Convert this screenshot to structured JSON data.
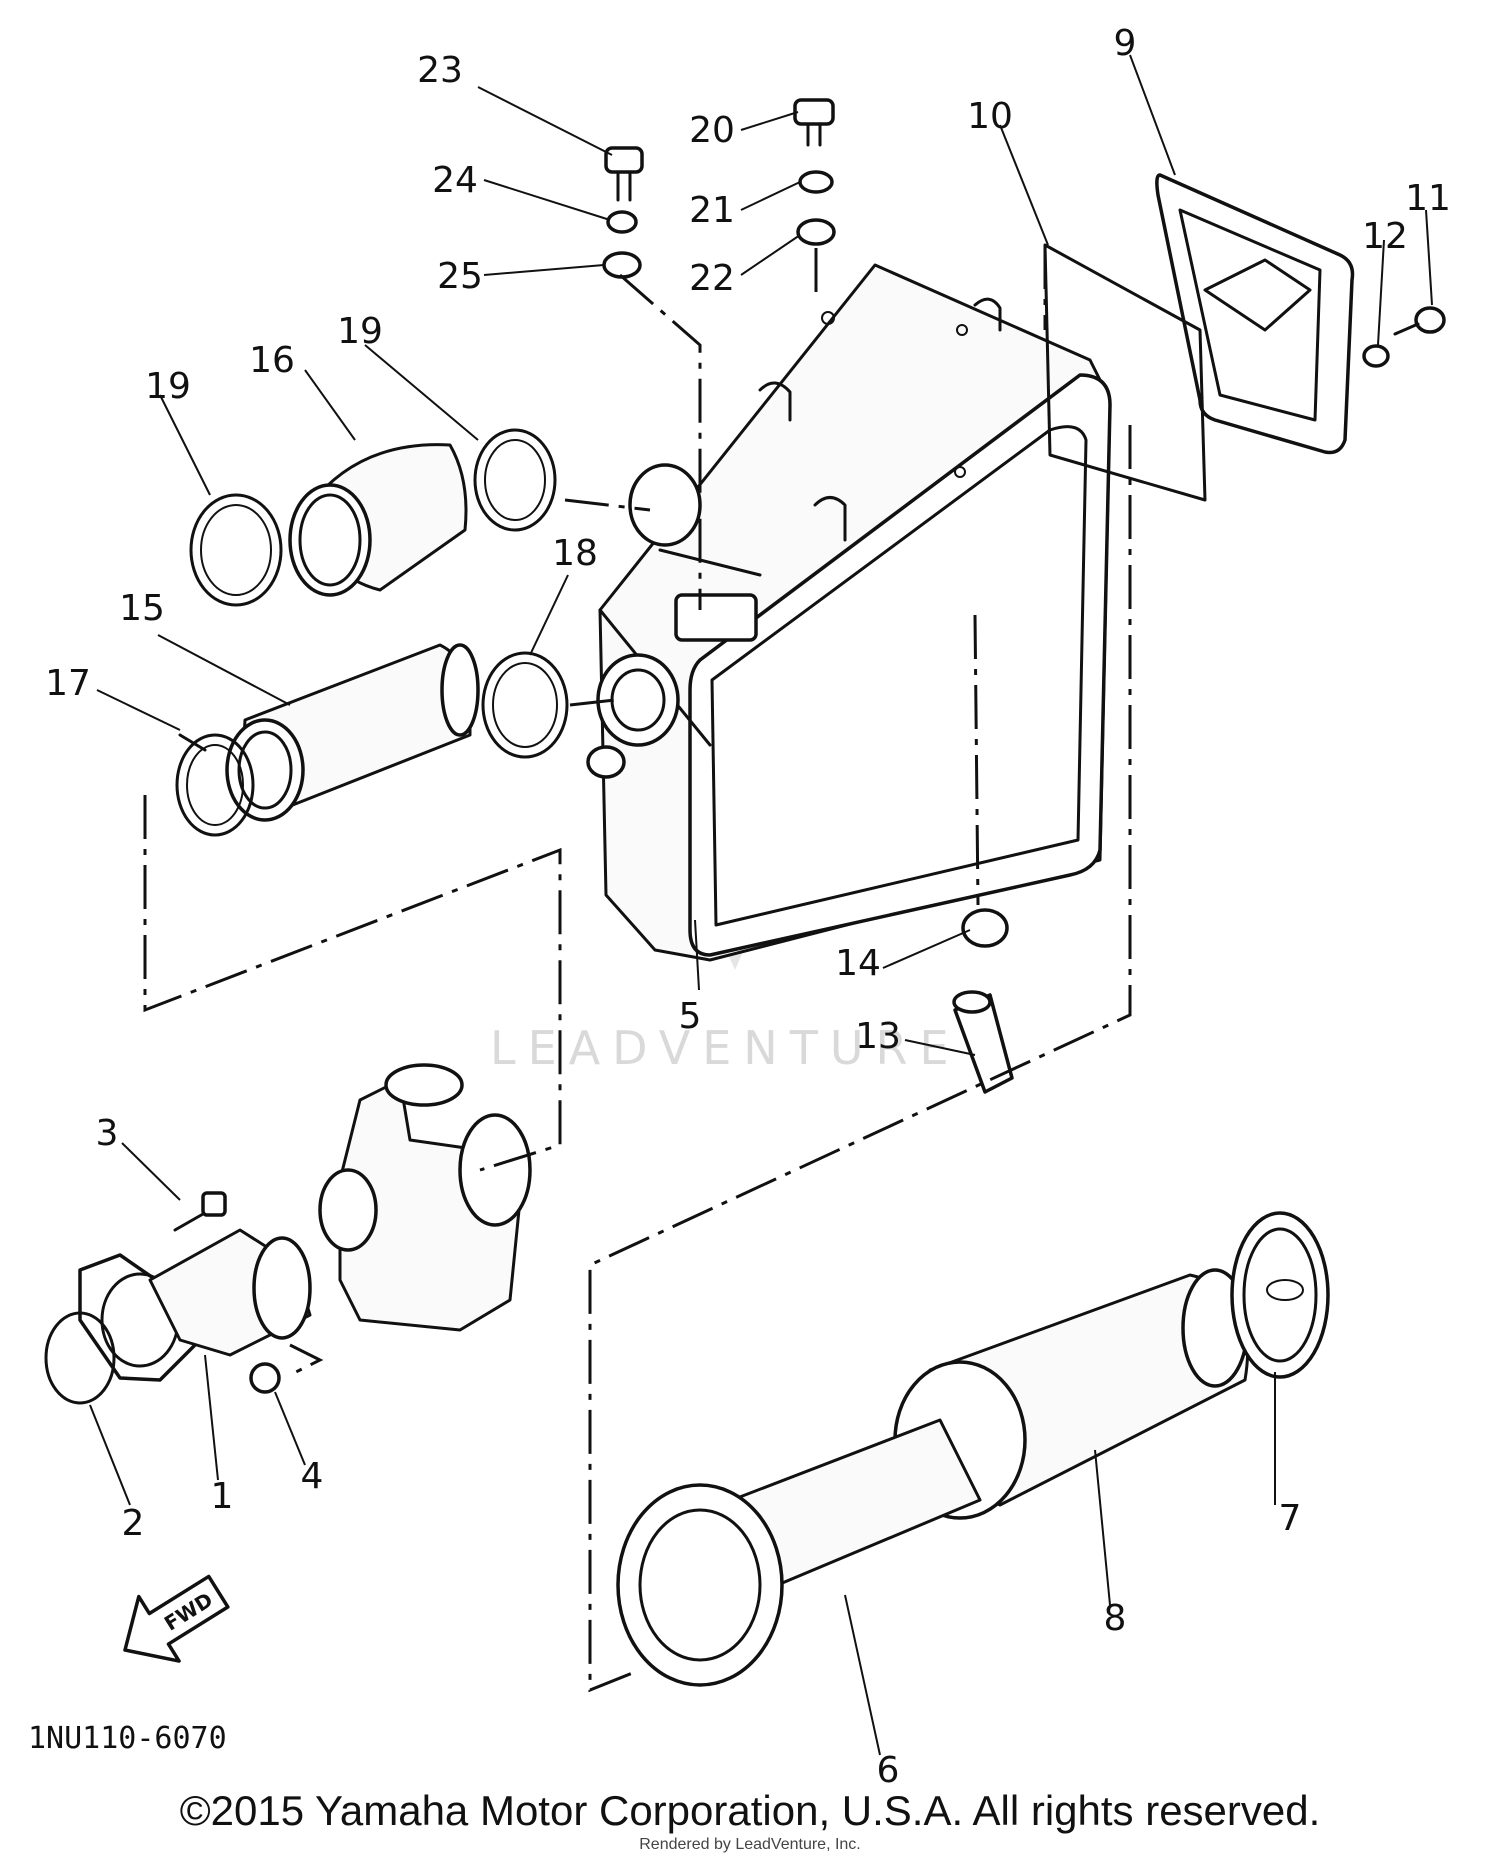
{
  "callouts": {
    "c1": "1",
    "c2": "2",
    "c3": "3",
    "c4": "4",
    "c5": "5",
    "c6": "6",
    "c7": "7",
    "c8": "8",
    "c9": "9",
    "c10": "10",
    "c11": "11",
    "c12": "12",
    "c13": "13",
    "c14": "14",
    "c15": "15",
    "c16": "16",
    "c17": "17",
    "c18": "18",
    "c19a": "19",
    "c19b": "19",
    "c20": "20",
    "c21": "21",
    "c22": "22",
    "c23": "23",
    "c24": "24",
    "c25": "25"
  },
  "diagram_code": "1NU110-6070",
  "fwd_label": "FWD",
  "watermark": "LEADVENTURE",
  "copyright": "©2015 Yamaha Motor Corporation, U.S.A. All rights reserved.",
  "rendered_by": "Rendered by LeadVenture, Inc."
}
